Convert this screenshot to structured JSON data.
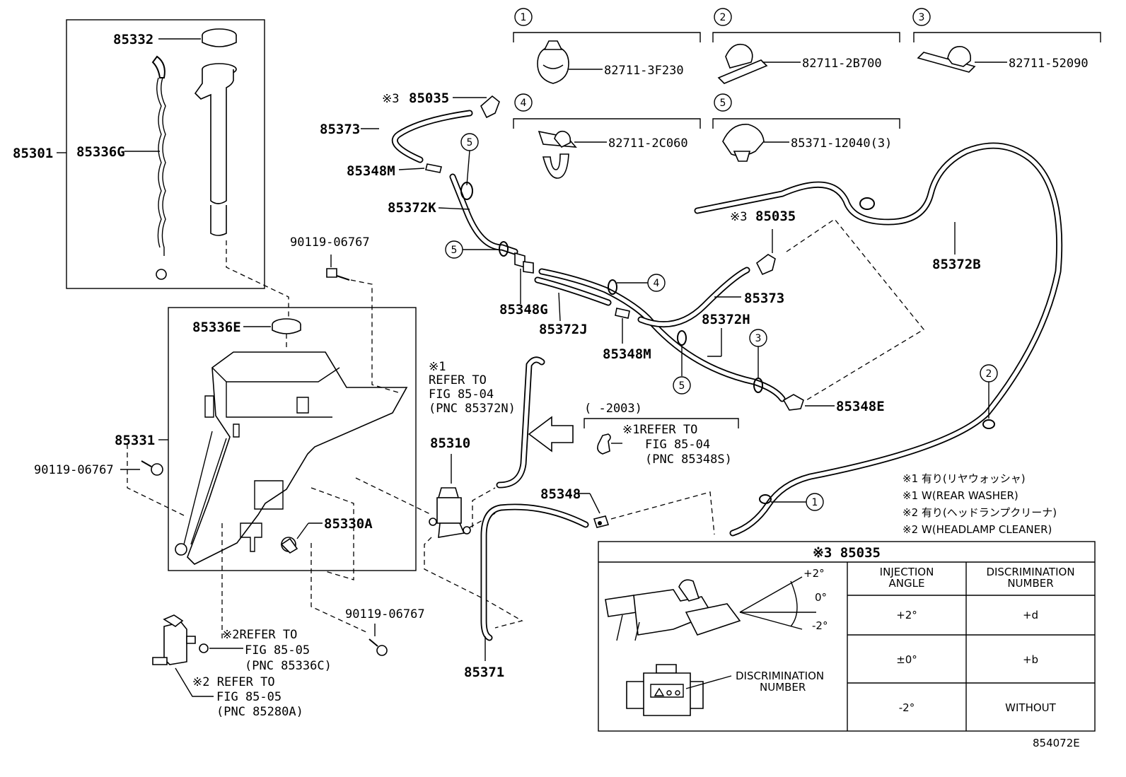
{
  "figure_id": "854072E",
  "index_markers": [
    "1",
    "2",
    "3",
    "4",
    "5"
  ],
  "clips": [
    {
      "marker": "1",
      "pn": "82711-3F230"
    },
    {
      "marker": "2",
      "pn": "82711-2B700"
    },
    {
      "marker": "3",
      "pn": "82711-52090"
    },
    {
      "marker": "4",
      "pn": "82711-2C060"
    },
    {
      "marker": "5",
      "pn": "85371-12040(3)"
    }
  ],
  "parts": {
    "p85332": "85332",
    "p85301": "85301",
    "p85336G": "85336G",
    "p85336E": "85336E",
    "p85331": "85331",
    "p90119a": "90119-06767",
    "p90119b": "90119-06767",
    "p90119c": "90119-06767",
    "p85330A": "85330A",
    "p85310": "85310",
    "p85371": "85371",
    "p85348": "85348",
    "p85373a": "85373",
    "p85035a": "85035",
    "p85348Ma": "85348M",
    "p85372K": "85372K",
    "p85348G": "85348G",
    "p85372J": "85372J",
    "p85348Mb": "85348M",
    "p85035b": "85035",
    "p85373b": "85373",
    "p85372H": "85372H",
    "p85348E": "85348E",
    "p85372B": "85372B"
  },
  "marks": {
    "m3a": "※3",
    "m3b": "※3"
  },
  "refs": {
    "r1": {
      "l1": "※1",
      "l2": "REFER TO",
      "l3": "FIG 85-04",
      "l4": "(PNC 85372N)"
    },
    "r2": {
      "l0": "(      -2003)",
      "l1": "※1REFER TO",
      "l2": "FIG 85-04",
      "l3": "(PNC 85348S)"
    },
    "r3": {
      "l1": "※2REFER TO",
      "l2": "FIG 85-05",
      "l3": "(PNC 85336C)"
    },
    "r4": {
      "l1": "※2 REFER TO",
      "l2": "FIG 85-05",
      "l3": "(PNC 85280A)"
    }
  },
  "notes": [
    "※1 有り(リヤウォッシャ)",
    "※1 W(REAR WASHER)",
    "※2 有り(ヘッドランプクリーナ)",
    "※2 W(HEADLAMP CLEANER)"
  ],
  "inset": {
    "title": "※3 85035",
    "angle_plus": "+2°",
    "angle_zero": "0°",
    "angle_minus": "-2°",
    "disc_label_1": "DISCRIMINATION",
    "disc_label_2": "NUMBER",
    "table": {
      "h1a": "INJECTION",
      "h1b": "ANGLE",
      "h2a": "DISCRIMINATION",
      "h2b": "NUMBER",
      "rows": [
        [
          "+2°",
          "+d"
        ],
        [
          "±0°",
          "+b"
        ],
        [
          "-2°",
          "WITHOUT"
        ]
      ]
    }
  }
}
